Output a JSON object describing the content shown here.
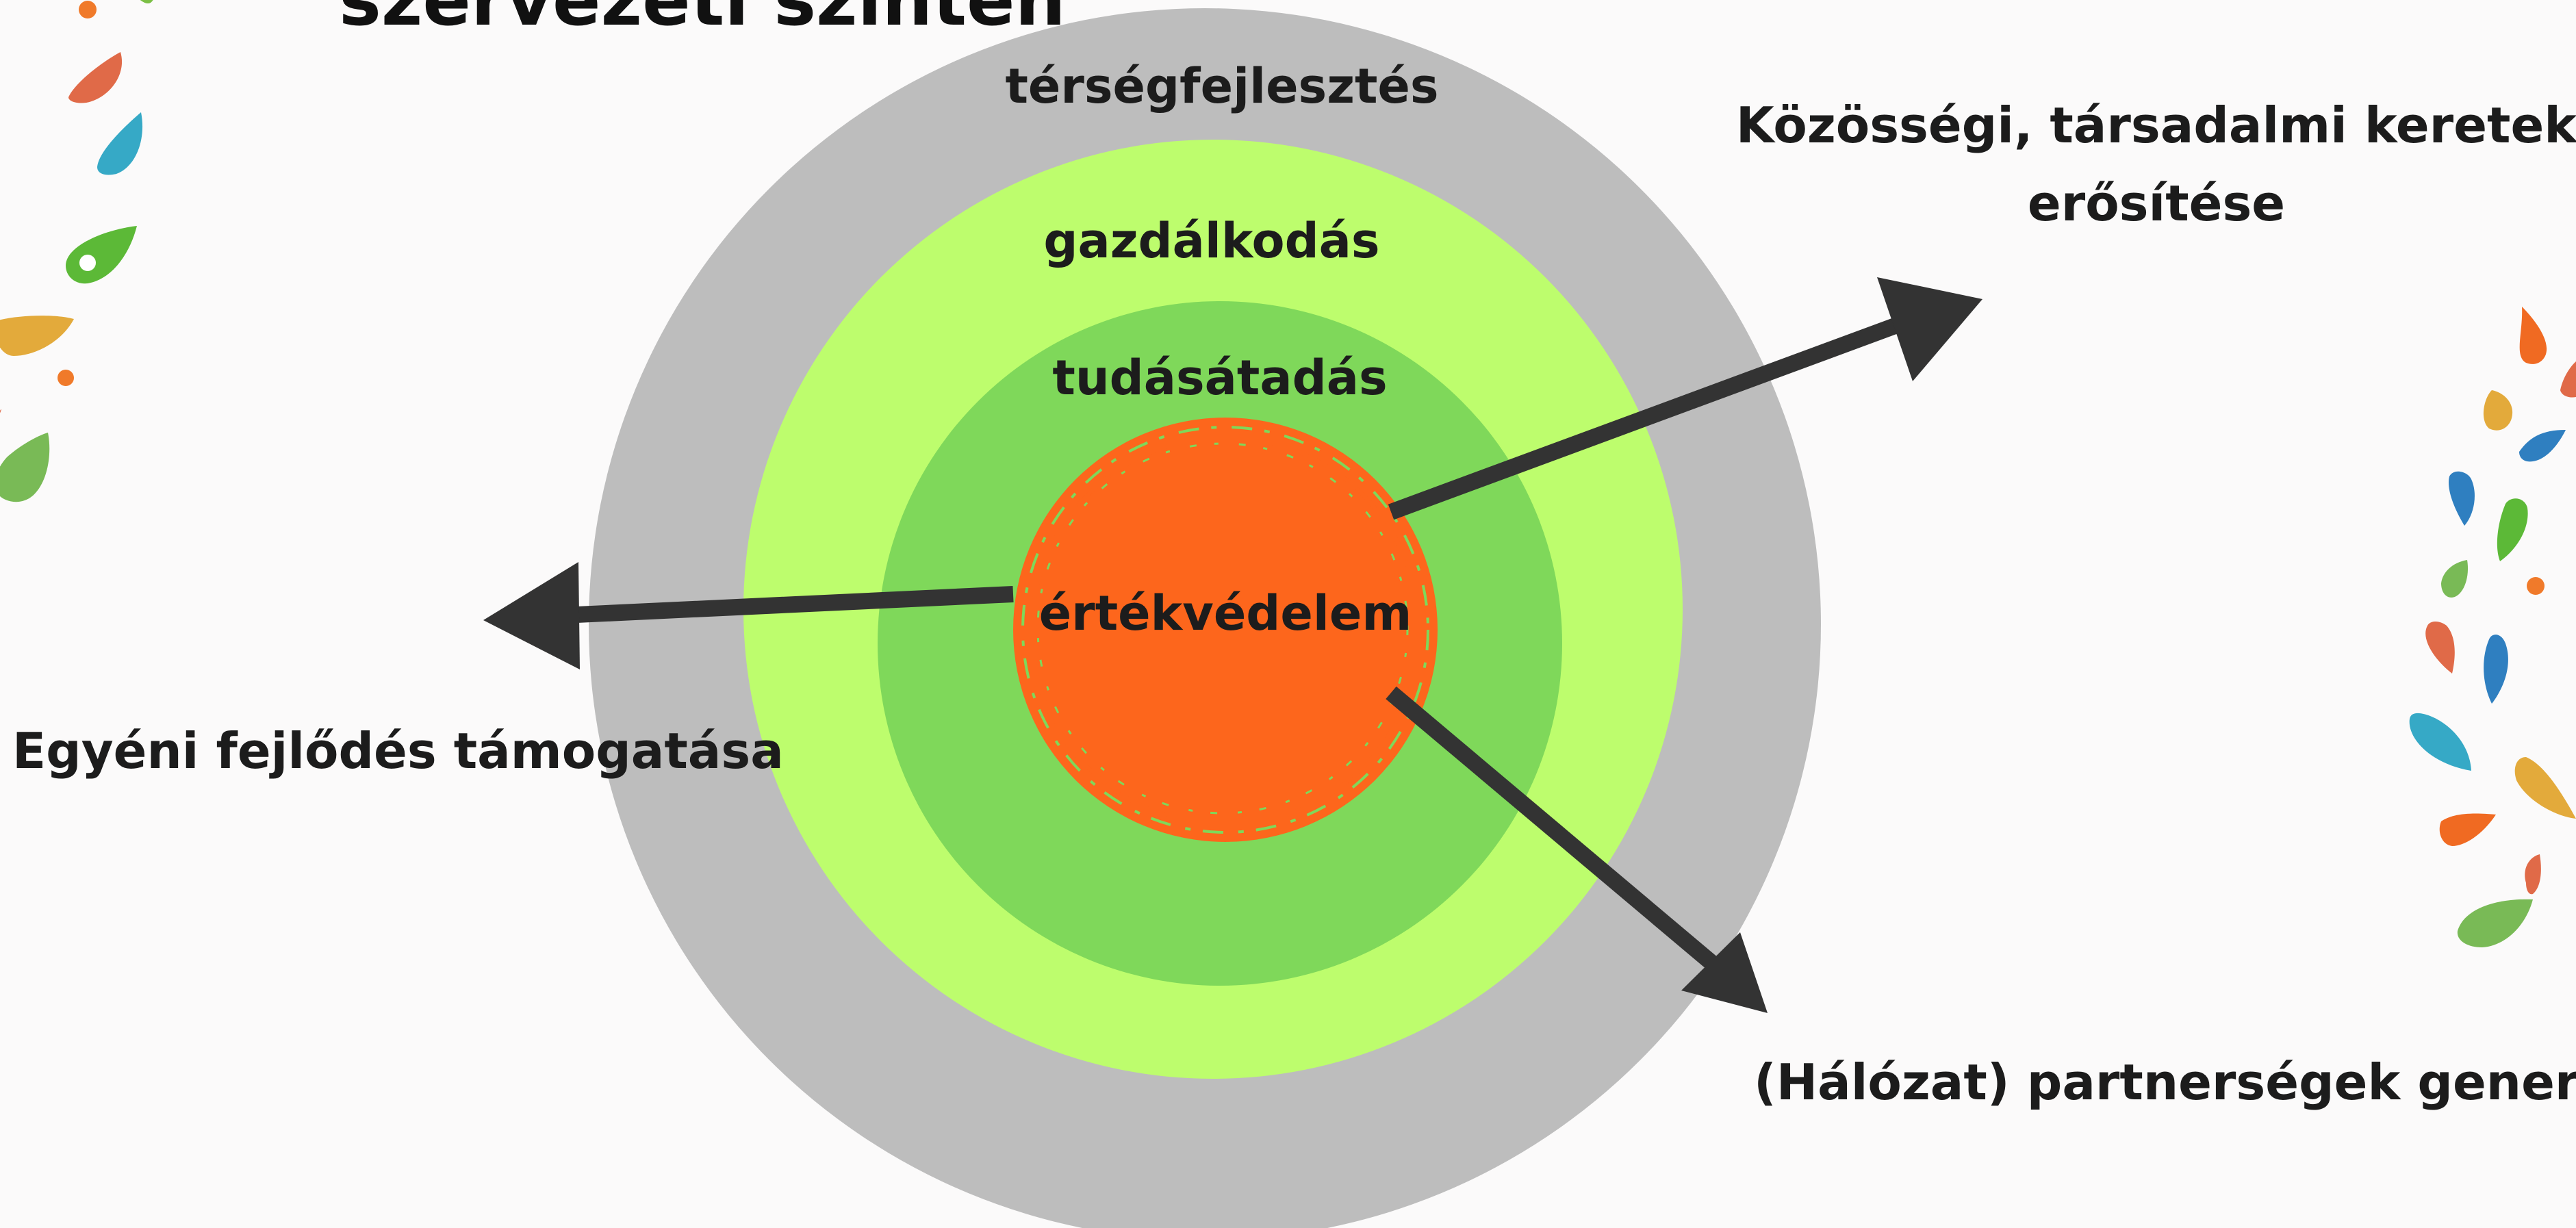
{
  "title_partial": "szervezeti szinten",
  "rings": {
    "outer": "térségfejlesztés",
    "second": "gazdálkodás",
    "third": "tudásátadás",
    "core": "értékvédelem"
  },
  "directions": {
    "top_right_line1": "Közösségi, társadalmi keretek",
    "top_right_line2": "erősítése",
    "left": "Egyéni fejlődés támogatása",
    "bottom_right": "(Hálózat) partnerségek generálása"
  },
  "colors": {
    "background": "#fbfafa",
    "outer_ring": "#bdbdbd",
    "second_ring": "#bdfd6d",
    "third_ring": "#7fd85a",
    "core": "#fd661c",
    "arrow": "#333333",
    "text": "#1c1c1c"
  },
  "icons": {
    "left_decoration": "colorful-leaf-drops-icon",
    "right_decoration": "colorful-leaf-drops-icon"
  }
}
